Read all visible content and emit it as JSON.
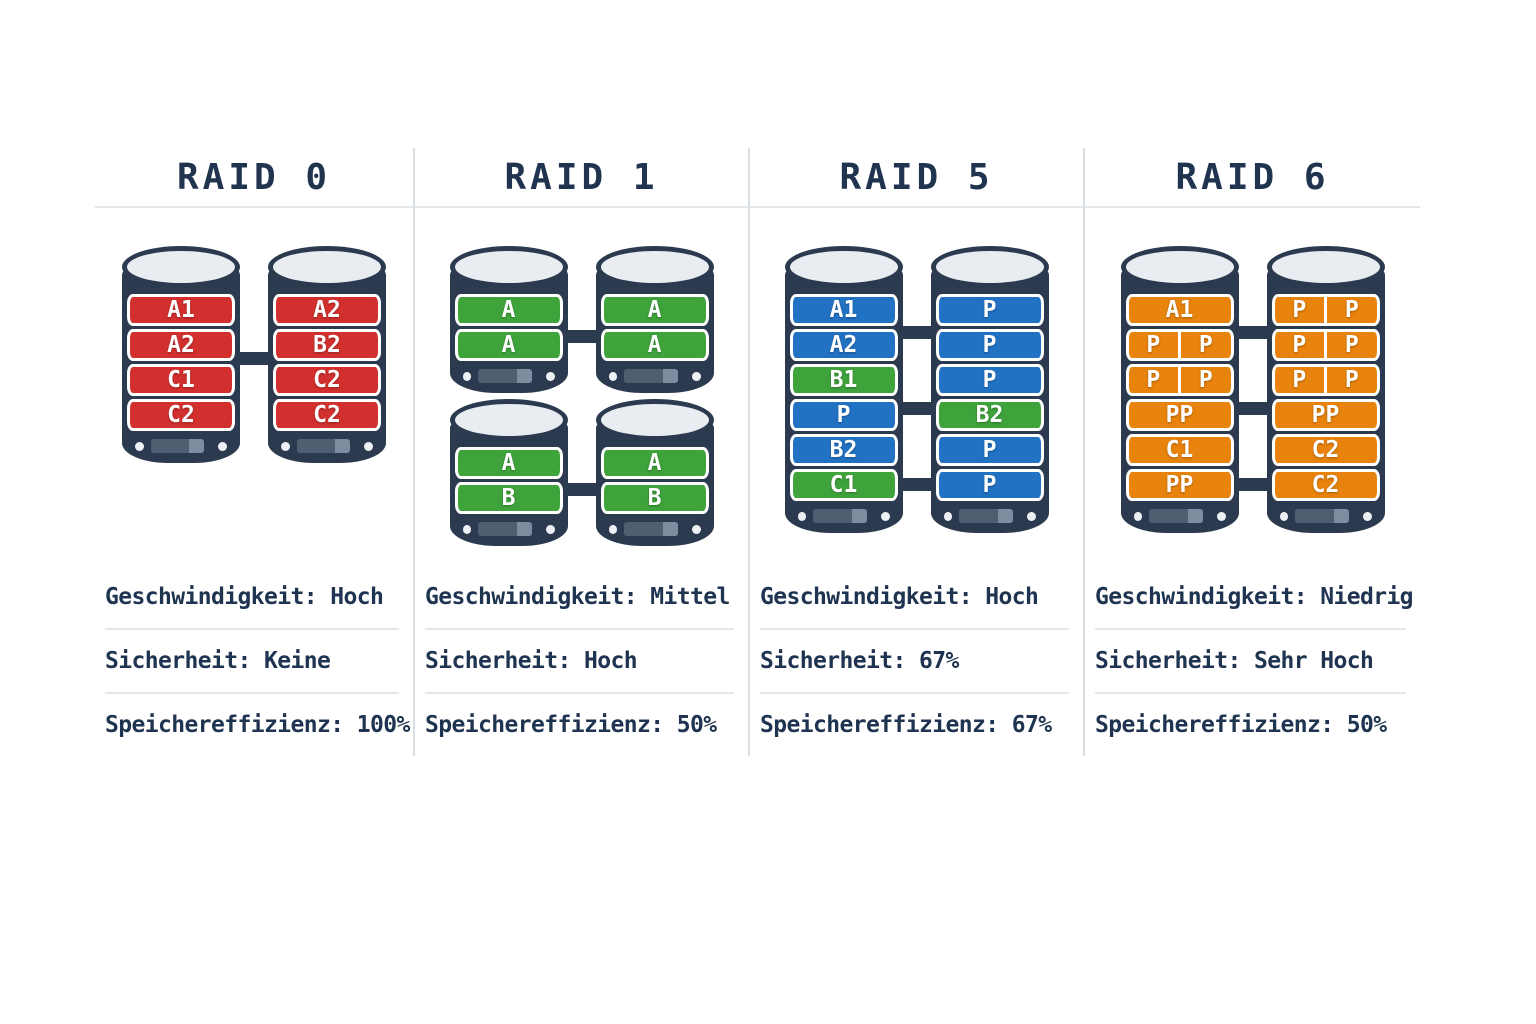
{
  "colors": {
    "red": "#D2302E",
    "green": "#3FA33C",
    "blue": "#2272C4",
    "orange": "#E8830D",
    "disk_outline": "#2C3A4F",
    "platter_top": "#E9EDF2",
    "band_text": "#FFFFFF",
    "heading_text": "#20344F",
    "divider": "#D9DEE5"
  },
  "columns": [
    {
      "id": "raid0",
      "header": "RAID 0",
      "stats": [
        "Geschwindigkeit: Hoch",
        "Sicherheit: Keine",
        "Speichereffizienz: 100%"
      ],
      "connectors": [
        [
          106
        ]
      ],
      "rows": [
        [
          {
            "bands": [
              {
                "cells": [
                  "A1"
                ],
                "color": "red"
              },
              {
                "cells": [
                  "A2"
                ],
                "color": "red"
              },
              {
                "cells": [
                  "C1"
                ],
                "color": "red"
              },
              {
                "cells": [
                  "C2"
                ],
                "color": "red"
              }
            ]
          },
          {
            "bands": [
              {
                "cells": [
                  "A2"
                ],
                "color": "red"
              },
              {
                "cells": [
                  "B2"
                ],
                "color": "red"
              },
              {
                "cells": [
                  "C2"
                ],
                "color": "red"
              },
              {
                "cells": [
                  "C2"
                ],
                "color": "red"
              }
            ]
          }
        ]
      ]
    },
    {
      "id": "raid1",
      "header": "RAID 1",
      "stats": [
        "Geschwindigkeit: Mittel",
        "Sicherheit: Hoch",
        "Speichereffizienz: 50%"
      ],
      "connectors": [
        [
          84
        ],
        [
          84
        ]
      ],
      "rows": [
        [
          {
            "bands": [
              {
                "cells": [
                  "A"
                ],
                "color": "green"
              },
              {
                "cells": [
                  "A"
                ],
                "color": "green"
              }
            ]
          },
          {
            "bands": [
              {
                "cells": [
                  "A"
                ],
                "color": "green"
              },
              {
                "cells": [
                  "A"
                ],
                "color": "green"
              }
            ]
          }
        ],
        [
          {
            "bands": [
              {
                "cells": [
                  "A"
                ],
                "color": "green"
              },
              {
                "cells": [
                  "B"
                ],
                "color": "green"
              }
            ]
          },
          {
            "bands": [
              {
                "cells": [
                  "A"
                ],
                "color": "green"
              },
              {
                "cells": [
                  "B"
                ],
                "color": "green"
              }
            ]
          }
        ]
      ]
    },
    {
      "id": "raid5",
      "header": "RAID 5",
      "stats": [
        "Geschwindigkeit: Hoch",
        "Sicherheit: 67%",
        "Speichereffizienz: 67%"
      ],
      "connectors": [
        [
          80,
          156,
          232
        ]
      ],
      "rows": [
        [
          {
            "bands": [
              {
                "cells": [
                  "A1"
                ],
                "color": "blue"
              },
              {
                "cells": [
                  "A2"
                ],
                "color": "blue"
              },
              {
                "cells": [
                  "B1"
                ],
                "color": "green"
              },
              {
                "cells": [
                  "P"
                ],
                "color": "blue"
              },
              {
                "cells": [
                  "B2"
                ],
                "color": "blue"
              },
              {
                "cells": [
                  "C1"
                ],
                "color": "green"
              }
            ]
          },
          {
            "bands": [
              {
                "cells": [
                  "P"
                ],
                "color": "blue"
              },
              {
                "cells": [
                  "P"
                ],
                "color": "blue"
              },
              {
                "cells": [
                  "P"
                ],
                "color": "blue"
              },
              {
                "cells": [
                  "B2"
                ],
                "color": "green"
              },
              {
                "cells": [
                  "P"
                ],
                "color": "blue"
              },
              {
                "cells": [
                  "P"
                ],
                "color": "blue"
              }
            ]
          }
        ]
      ]
    },
    {
      "id": "raid6",
      "header": "RAID 6",
      "stats": [
        "Geschwindigkeit: Niedrig",
        "Sicherheit: Sehr Hoch",
        "Speichereffizienz: 50%"
      ],
      "connectors": [
        [
          80,
          156,
          232
        ]
      ],
      "rows": [
        [
          {
            "bands": [
              {
                "cells": [
                  "A1"
                ],
                "color": "orange"
              },
              {
                "cells": [
                  "P",
                  "P"
                ],
                "color": "orange"
              },
              {
                "cells": [
                  "P",
                  "P"
                ],
                "color": "orange"
              },
              {
                "cells": [
                  "PP"
                ],
                "color": "orange"
              },
              {
                "cells": [
                  "C1"
                ],
                "color": "orange"
              },
              {
                "cells": [
                  "PP"
                ],
                "color": "orange"
              }
            ]
          },
          {
            "bands": [
              {
                "cells": [
                  "P",
                  "P"
                ],
                "color": "orange"
              },
              {
                "cells": [
                  "P",
                  "P"
                ],
                "color": "orange"
              },
              {
                "cells": [
                  "P",
                  "P"
                ],
                "color": "orange"
              },
              {
                "cells": [
                  "PP"
                ],
                "color": "orange"
              },
              {
                "cells": [
                  "C2"
                ],
                "color": "orange"
              },
              {
                "cells": [
                  "C2"
                ],
                "color": "orange"
              }
            ]
          }
        ]
      ]
    }
  ]
}
